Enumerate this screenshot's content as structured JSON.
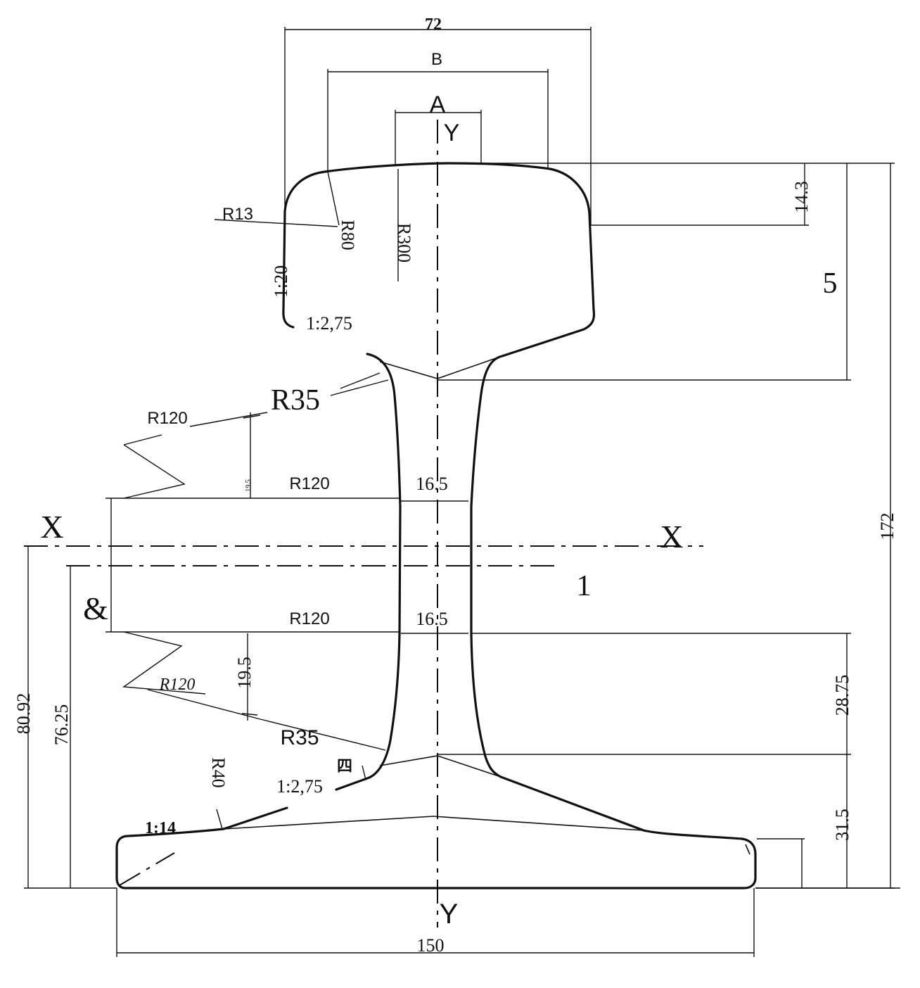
{
  "dimensions": {
    "top_width": "72",
    "head_width": "B",
    "crown_width": "A",
    "base_width": "150",
    "total_height": "172",
    "head_depth": "5",
    "head_side": "14.3",
    "web_upper": "16.5",
    "web_lower": "16.5",
    "upper_gap": "19.5",
    "lower_gap": "19.5",
    "lower_web_height": "28.75",
    "base_height": "31.5",
    "neutral_left": "80.92",
    "centroid_left": "76.25",
    "offset_mark": "1"
  },
  "radii": {
    "r13": "R13",
    "r80": "R80",
    "r300": "R300",
    "r35_upper": "R35",
    "r120_top": "R120",
    "r120_mid_upper": "R120",
    "r120_mid_lower": "R120",
    "r120_low": "R120",
    "r35_lower": "R35",
    "r40": "R40"
  },
  "slopes": {
    "head_side": "1:20",
    "head_under": "1:2,75",
    "base_upper": "1:2,75",
    "base_flange": "1:14"
  },
  "axes": {
    "x_left": "X",
    "x_right": "X",
    "y_top": "Y",
    "y_bottom": "Y"
  },
  "symbols": {
    "ampersand": "&",
    "glyph": "四"
  }
}
